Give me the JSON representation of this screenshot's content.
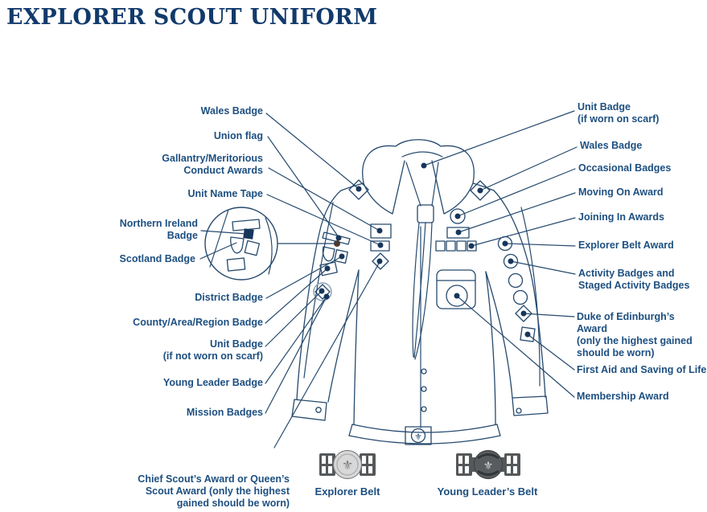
{
  "title": "EXPLORER SCOUT UNIFORM",
  "colors": {
    "title_navy": "#123a6b",
    "label_blue": "#1d4f80",
    "line_navy": "#264a6e",
    "dot_navy": "#16365c",
    "magnifier_anchor_dark": "#4a3a33",
    "belt_gray_dark": "#55585a",
    "belt_buckle_light": "#d8d8d8",
    "belt_buckle_dark": "#595c5f"
  },
  "labels_left": [
    {
      "text": "Wales Badge"
    },
    {
      "text": "Union flag"
    },
    {
      "text": "Gallantry/Meritorious\nConduct Awards"
    },
    {
      "text": "Unit Name Tape"
    },
    {
      "text": "Northern Ireland\nBadge"
    },
    {
      "text": "Scotland Badge"
    },
    {
      "text": "District Badge"
    },
    {
      "text": "County/Area/Region Badge"
    },
    {
      "text": "Unit Badge\n(if not worn on scarf)"
    },
    {
      "text": "Young Leader Badge"
    },
    {
      "text": "Mission Badges"
    },
    {
      "text": "Chief Scout’s Award or Queen’s\nScout Award (only the highest\ngained should be worn)"
    }
  ],
  "labels_right": [
    {
      "text": "Unit Badge\n(if worn on scarf)"
    },
    {
      "text": "Wales Badge"
    },
    {
      "text": "Occasional Badges"
    },
    {
      "text": "Moving On Award"
    },
    {
      "text": "Joining In Awards"
    },
    {
      "text": "Explorer Belt Award"
    },
    {
      "text": "Activity Badges and\nStaged Activity Badges"
    },
    {
      "text": "Duke of Edinburgh’s Award\n(only the highest gained\nshould be worn)"
    },
    {
      "text": "First Aid and Saving of Life"
    },
    {
      "text": "Membership Award"
    }
  ],
  "belts": [
    {
      "label": "Explorer Belt"
    },
    {
      "label": "Young Leader’s Belt"
    }
  ],
  "icons": {
    "fleur_de_lis": "⚜"
  }
}
